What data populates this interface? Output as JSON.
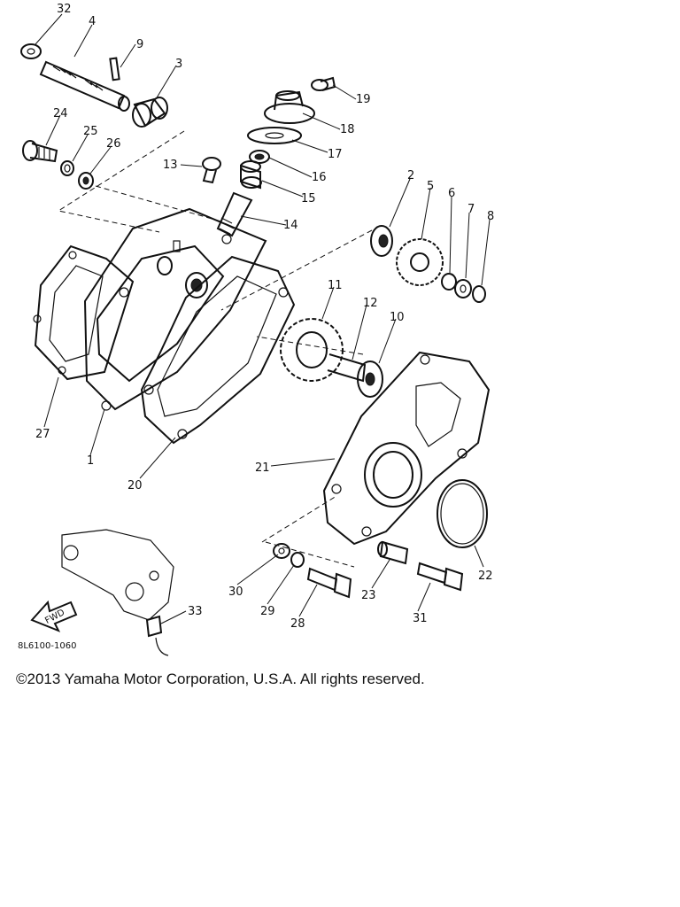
{
  "diagram": {
    "callouts": [
      {
        "id": "32",
        "label": "32"
      },
      {
        "id": "4",
        "label": "4"
      },
      {
        "id": "9",
        "label": "9"
      },
      {
        "id": "3",
        "label": "3"
      },
      {
        "id": "24",
        "label": "24"
      },
      {
        "id": "25",
        "label": "25"
      },
      {
        "id": "26",
        "label": "26"
      },
      {
        "id": "19",
        "label": "19"
      },
      {
        "id": "18",
        "label": "18"
      },
      {
        "id": "17",
        "label": "17"
      },
      {
        "id": "16",
        "label": "16"
      },
      {
        "id": "15",
        "label": "15"
      },
      {
        "id": "14",
        "label": "14"
      },
      {
        "id": "13",
        "label": "13"
      },
      {
        "id": "2",
        "label": "2"
      },
      {
        "id": "5",
        "label": "5"
      },
      {
        "id": "6",
        "label": "6"
      },
      {
        "id": "7",
        "label": "7"
      },
      {
        "id": "8",
        "label": "8"
      },
      {
        "id": "11",
        "label": "11"
      },
      {
        "id": "12",
        "label": "12"
      },
      {
        "id": "10",
        "label": "10"
      },
      {
        "id": "27",
        "label": "27"
      },
      {
        "id": "1",
        "label": "1"
      },
      {
        "id": "20",
        "label": "20"
      },
      {
        "id": "21",
        "label": "21"
      },
      {
        "id": "22",
        "label": "22"
      },
      {
        "id": "30",
        "label": "30"
      },
      {
        "id": "29",
        "label": "29"
      },
      {
        "id": "28",
        "label": "28"
      },
      {
        "id": "23",
        "label": "23"
      },
      {
        "id": "31",
        "label": "31"
      },
      {
        "id": "33",
        "label": "33"
      }
    ],
    "fwd_label": "FWD",
    "drawing_code": "8L6100-1060"
  },
  "footer": {
    "copyright": "©2013 Yamaha Motor Corporation, U.S.A. All rights reserved."
  }
}
